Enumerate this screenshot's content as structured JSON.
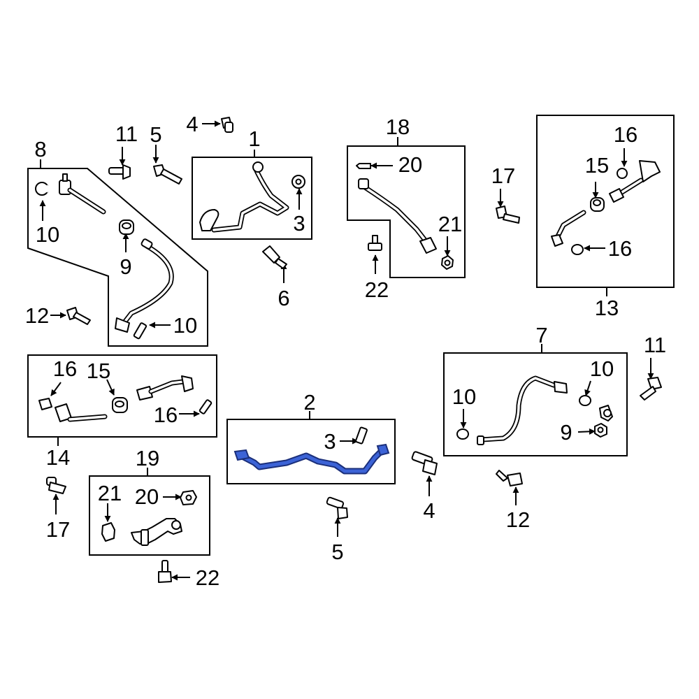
{
  "callouts": {
    "c1": "1",
    "c2": "2",
    "c3a": "3",
    "c3b": "3",
    "c4a": "4",
    "c4b": "4",
    "c5a": "5",
    "c5b": "5",
    "c6": "6",
    "c7": "7",
    "c8": "8",
    "c9a": "9",
    "c9b": "9",
    "c10a": "10",
    "c10b": "10",
    "c10c": "10",
    "c10d": "10",
    "c11a": "11",
    "c11b": "11",
    "c12a": "12",
    "c12b": "12",
    "c13": "13",
    "c14": "14",
    "c15a": "15",
    "c15b": "15",
    "c16a": "16",
    "c16b": "16",
    "c16c": "16",
    "c16d": "16",
    "c17a": "17",
    "c17b": "17",
    "c18": "18",
    "c19": "19",
    "c20a": "20",
    "c20b": "20",
    "c21a": "21",
    "c21b": "21",
    "c22a": "22",
    "c22b": "22"
  },
  "colors": {
    "line": "#000000",
    "background": "#ffffff",
    "highlight_fill": "#3c63d6",
    "highlight_stroke": "#1b2f7a"
  }
}
